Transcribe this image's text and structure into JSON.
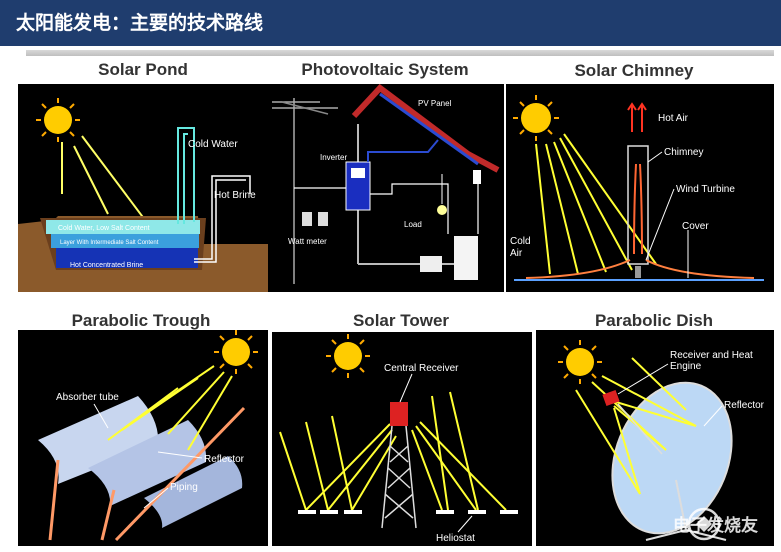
{
  "header": {
    "title": "太阳能发电：主要的技术路线"
  },
  "panels": {
    "solar_pond": {
      "title": "Solar Pond",
      "cold_water": "Cold Water",
      "hot_brine": "Hot Brine",
      "layer1": "Cold Water, Low Salt Content",
      "layer2": "Layer With Intermediate Salt Content",
      "layer3": "Hot Concentrated Brine"
    },
    "pv": {
      "title": "Photovoltaic System",
      "pv_panel": "PV Panel",
      "inverter": "Inverter",
      "load": "Load",
      "watt_meter": "Watt meter"
    },
    "chimney": {
      "title": "Solar Chimney",
      "hot_air": "Hot Air",
      "chimney": "Chimney",
      "wind_turbine": "Wind Turbine",
      "cover": "Cover",
      "cold": "Cold",
      "air": "Air"
    },
    "trough": {
      "title": "Parabolic Trough",
      "absorber": "Absorber tube",
      "reflector": "Reflector",
      "piping": "Piping"
    },
    "tower": {
      "title": "Solar Tower",
      "receiver": "Central Receiver",
      "heliostat": "Heliostat"
    },
    "dish": {
      "title": "Parabolic Dish",
      "receiver1": "Receiver and Heat",
      "receiver2": "Engine",
      "reflector": "Reflector"
    }
  },
  "watermark": {
    "text": "电子发烧友"
  },
  "colors": {
    "header_bg": "#1f3d6e",
    "sun": "#ffcc00",
    "ray": "#ffff33",
    "panel_bg": "#000000"
  }
}
